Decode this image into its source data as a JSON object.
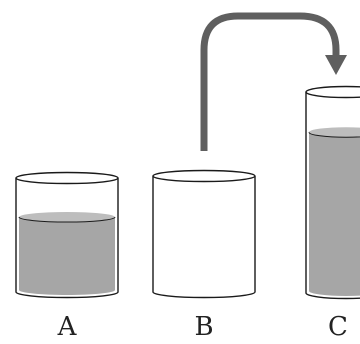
{
  "containers": [
    {
      "label": "A",
      "liquid_fraction": 0.64
    },
    {
      "label": "B",
      "liquid_fraction": 0
    },
    {
      "label": "C",
      "liquid_fraction": 0.79
    }
  ],
  "colors": {
    "outline": "#1a1a1a",
    "liquid": "#a6a6a6",
    "liquid_surface": "#bdbdbd",
    "arrow": "#5f5f5f",
    "background": "#ffffff"
  },
  "arrow": {
    "from": "B",
    "to": "C",
    "icon": "curved-arrow-icon"
  }
}
